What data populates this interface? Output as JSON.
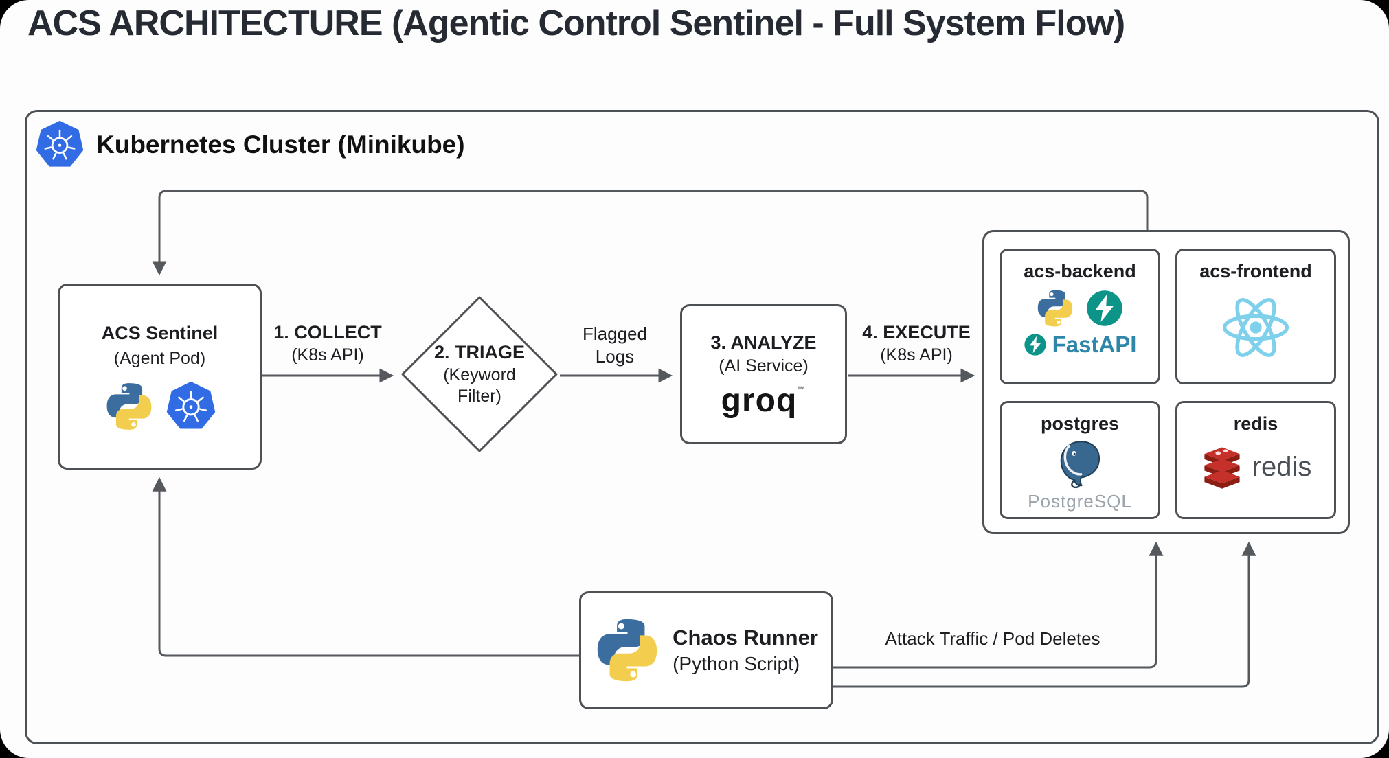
{
  "title": "ACS ARCHITECTURE (Agentic Control Sentinel - Full System Flow)",
  "cluster": {
    "label": "Kubernetes Cluster (Minikube)",
    "icon": "kubernetes-icon"
  },
  "nodes": {
    "acs_sentinel": {
      "title": "ACS Sentinel",
      "subtitle": "(Agent Pod)",
      "icons": [
        "python-icon",
        "kubernetes-icon"
      ]
    },
    "triage": {
      "title": "2. TRIAGE",
      "subtitle_line1": "(Keyword",
      "subtitle_line2": "Filter)"
    },
    "analyze": {
      "title": "3. ANALYZE",
      "subtitle": "(AI Service)",
      "logo_text": "groq",
      "logo_tm": "™",
      "icons": [
        "groq-logo"
      ]
    },
    "services": {
      "acs_backend": {
        "title": "acs-backend",
        "logo_text": "FastAPI",
        "icons": [
          "python-icon",
          "fastapi-icon"
        ]
      },
      "acs_frontend": {
        "title": "acs-frontend",
        "icons": [
          "react-icon"
        ]
      },
      "postgres": {
        "title": "postgres",
        "logo_text": "PostgreSQL",
        "icons": [
          "postgresql-icon"
        ]
      },
      "redis": {
        "title": "redis",
        "logo_text": "redis",
        "icons": [
          "redis-icon"
        ]
      }
    },
    "chaos_runner": {
      "title": "Chaos Runner",
      "subtitle": "(Python Script)",
      "icons": [
        "python-icon"
      ]
    }
  },
  "edges": {
    "collect": {
      "line1": "1. COLLECT",
      "line2": "(K8s API)"
    },
    "flagged_logs": {
      "line1": "Flagged",
      "line2": "Logs"
    },
    "execute": {
      "line1": "4. EXECUTE",
      "line2": "(K8s API)"
    },
    "attack_traffic": {
      "label": "Attack Traffic / Pod Deletes"
    }
  },
  "colors": {
    "line_gray": "#55585c",
    "border_gray": "#4d5054",
    "kubernetes_blue": "#326ce5",
    "python_blue": "#3b6e9e",
    "python_yellow": "#f3cd4e",
    "fastapi_teal": "#0d9488",
    "fastapi_text_blue": "#2f86a8",
    "react_blue": "#7fd0ea",
    "postgres_blue": "#38678f",
    "postgres_dark": "#223d52",
    "redis_red": "#c6302b",
    "redis_dark": "#8c1d13",
    "wordmark_gray": "#9aa2aa"
  }
}
